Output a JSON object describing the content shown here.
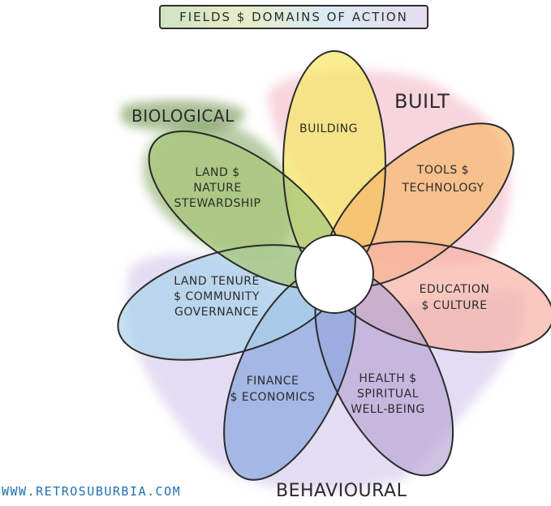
{
  "title": "FIELDS $ DOMAINS OF ACTION",
  "groups": {
    "biological": "BIOLOGICAL",
    "built": "BUILT",
    "behavioural": "BEHAVIOURAL"
  },
  "petals": {
    "building": [
      "BUILDING"
    ],
    "tools": [
      "TOOLS $",
      "TECHNOLOGY"
    ],
    "education": [
      "EDUCATION",
      "$ CULTURE"
    ],
    "health": [
      "HEALTH $",
      "SPIRITUAL",
      "WELL-BEING"
    ],
    "finance": [
      "FINANCE",
      "$ ECONOMICS"
    ],
    "land_tenure": [
      "LAND TENURE",
      "$ COMMUNITY",
      "GOVERNANCE"
    ],
    "land_nature": [
      "LAND $",
      "NATURE",
      "STEWARDSHIP"
    ]
  },
  "footer": {
    "link": "WWW.RETROSUBURBIA.COM"
  },
  "colors": {
    "building": "#f5e76a",
    "tools": "#f7b76a",
    "education": "#f6b1a4",
    "health": "#b9a7d6",
    "finance": "#8aa6dd",
    "land_tenure": "#a9d2ea",
    "land_nature": "#a8c77a",
    "biological_wash": "#6f9450",
    "built_wash": "#f0a6b8",
    "behavioural_wash": "#c9bde6"
  }
}
